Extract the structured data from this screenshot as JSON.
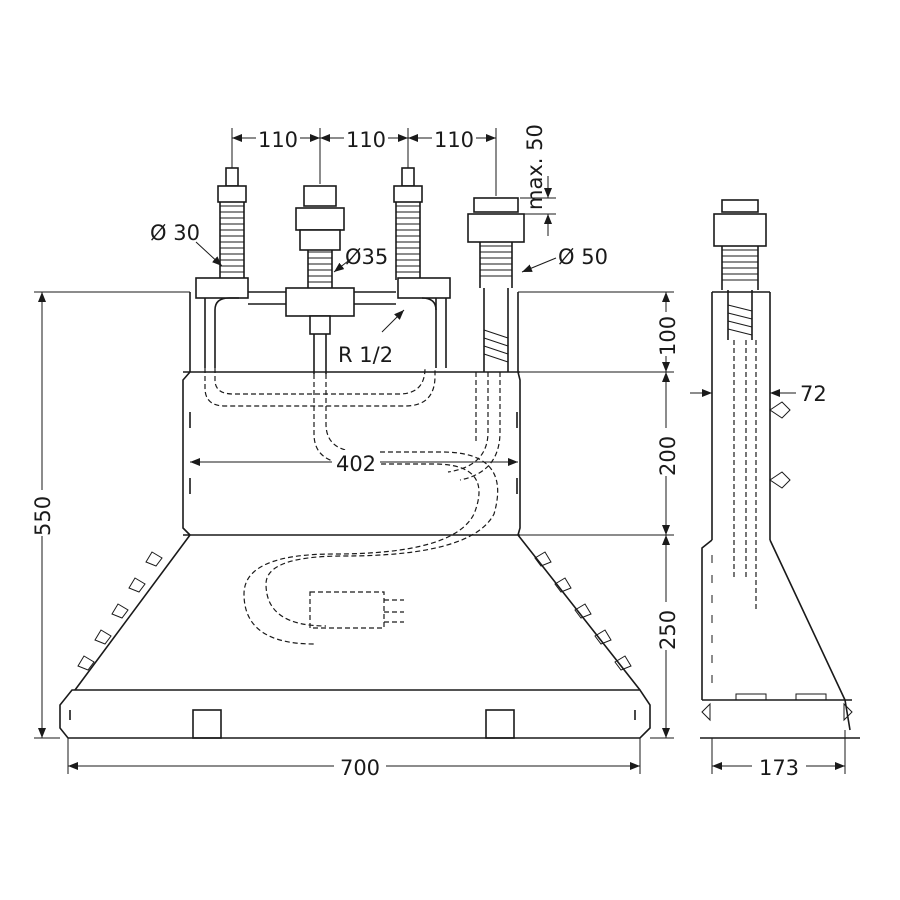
{
  "front_view": {
    "spacing_labels": [
      "110",
      "110",
      "110"
    ],
    "max_label": "max. 50",
    "diameter_30": "Ø 30",
    "diameter_35": "Ø35",
    "diameter_50": "Ø 50",
    "thread_label": "R 1/2",
    "height_total": "550",
    "height_top": "100",
    "height_middle": "200",
    "height_bottom": "250",
    "inner_width": "402",
    "total_width": "700"
  },
  "side_view": {
    "depth_top": "72",
    "depth_total": "173"
  }
}
